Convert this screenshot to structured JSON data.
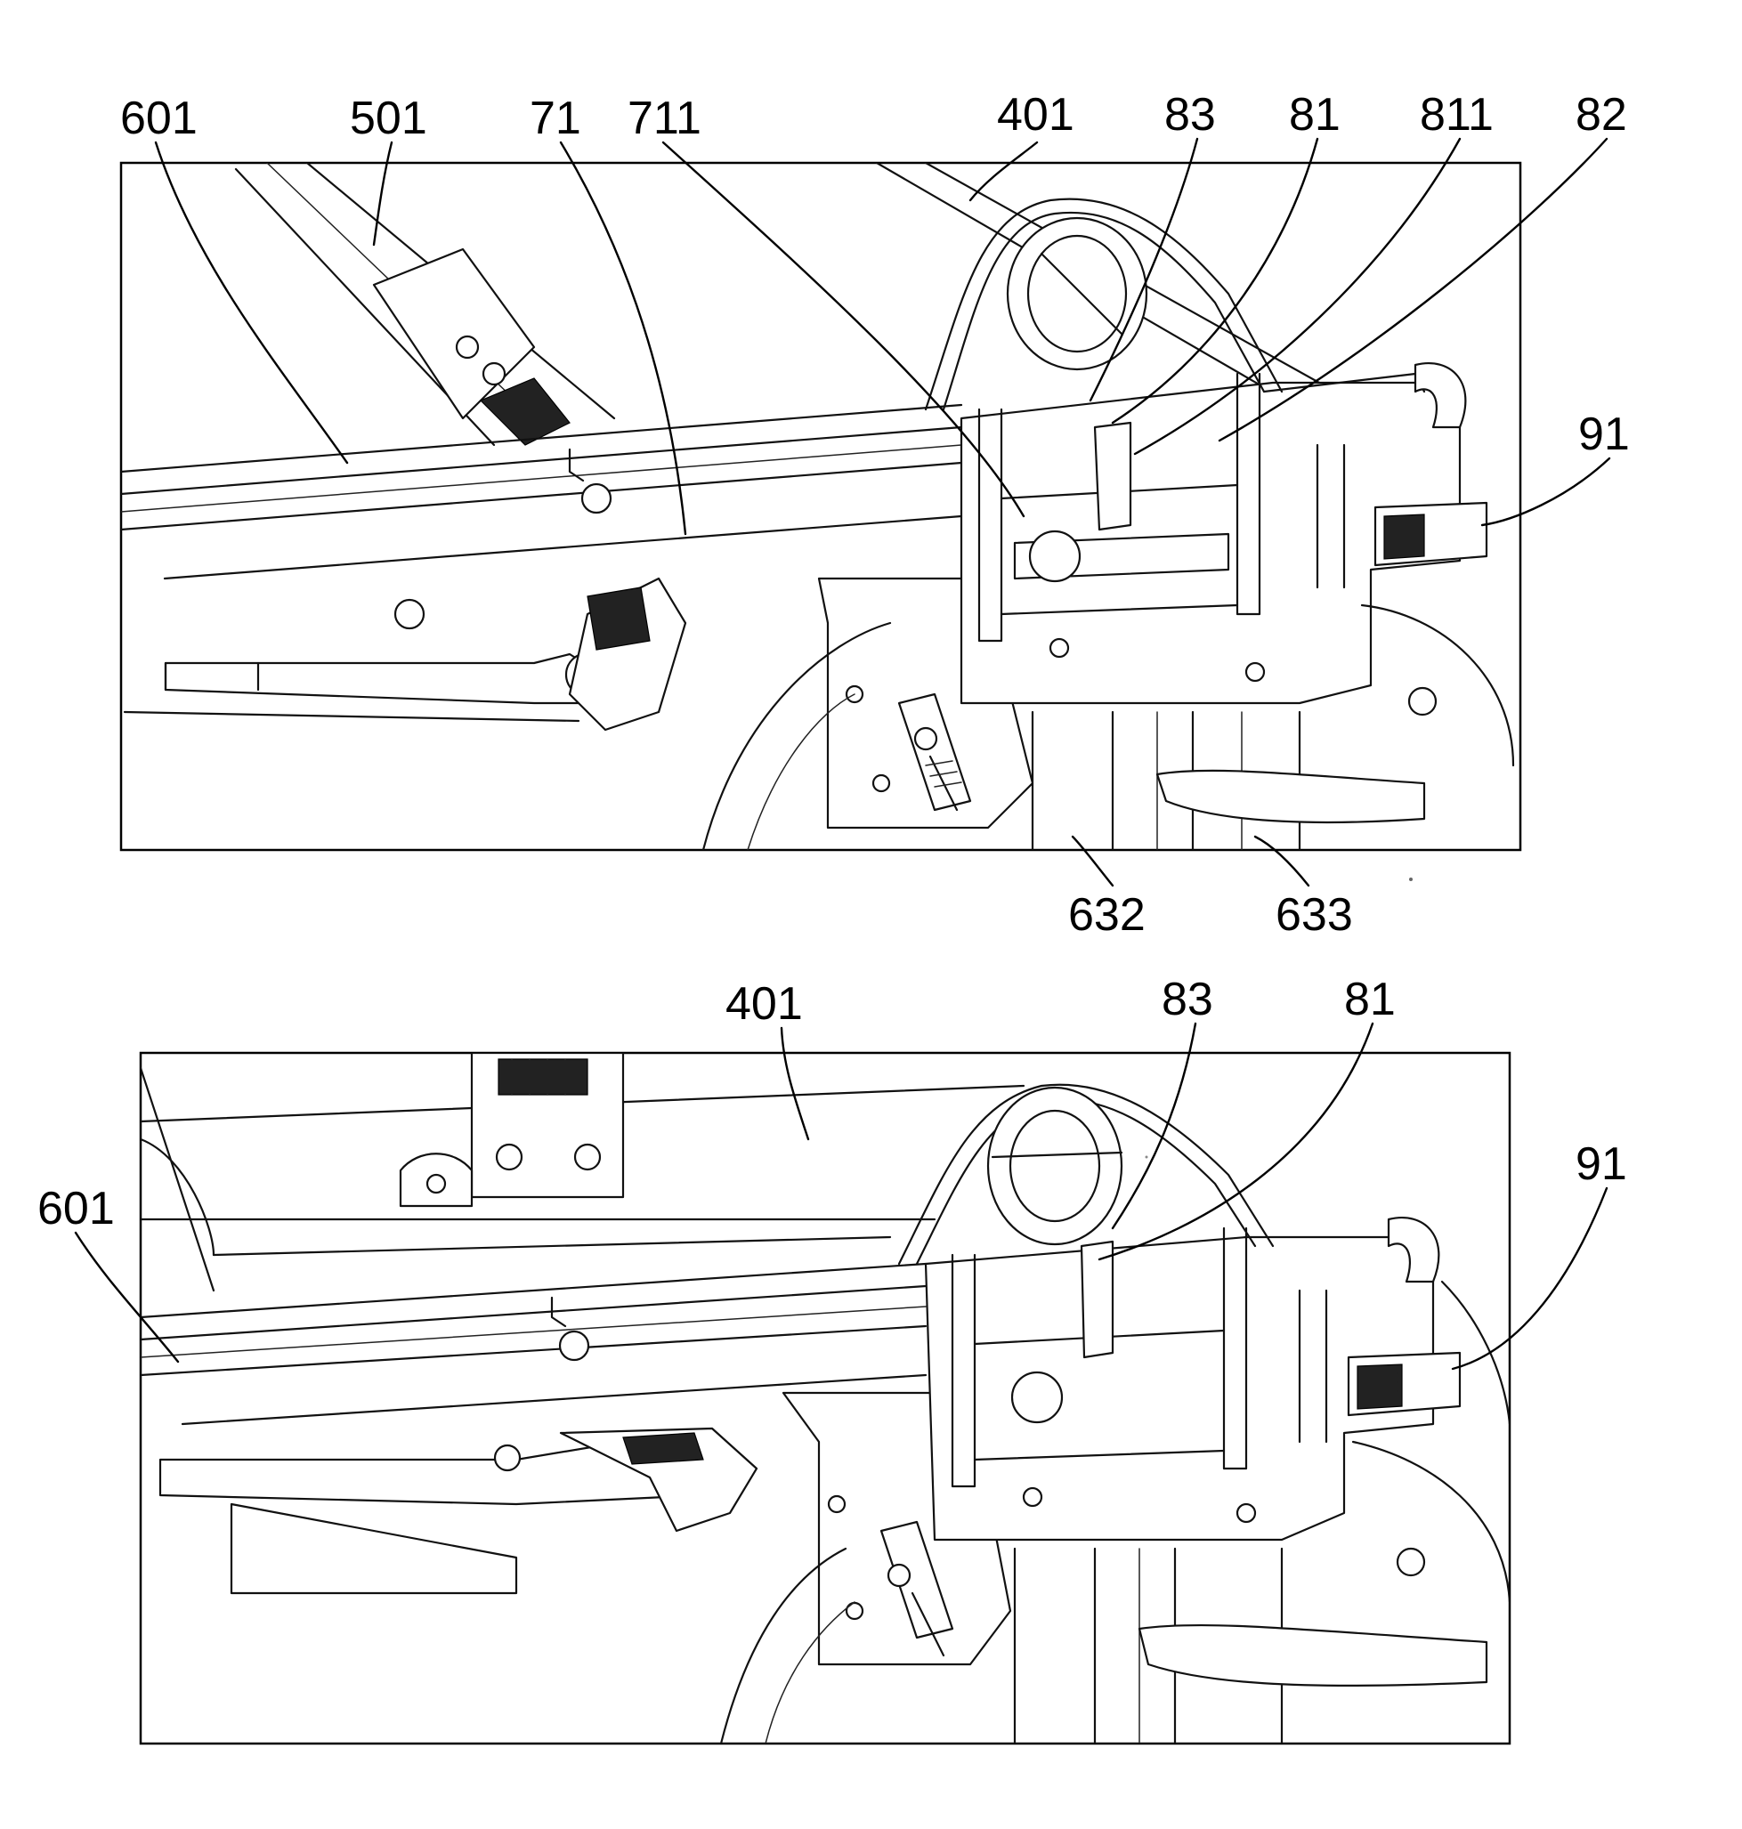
{
  "figure_top": {
    "labels": [
      "601",
      "501",
      "71",
      "711",
      "401",
      "83",
      "81",
      "811",
      "82",
      "91",
      "632",
      "633"
    ]
  },
  "figure_bottom": {
    "labels": [
      "401",
      "83",
      "81",
      "91",
      "601"
    ]
  }
}
